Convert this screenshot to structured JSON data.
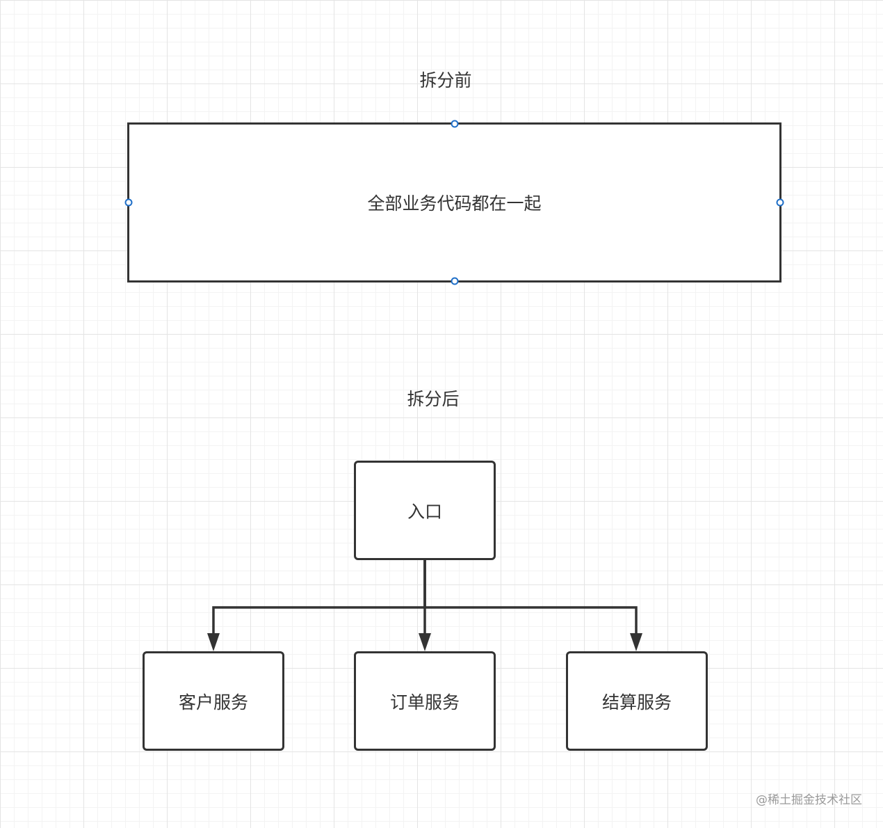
{
  "before": {
    "title": "拆分前",
    "box_label": "全部业务代码都在一起"
  },
  "after": {
    "title": "拆分后",
    "entry_label": "入口",
    "services": [
      "客户服务",
      "订单服务",
      "结算服务"
    ]
  },
  "watermark": "@稀土掘金技术社区",
  "colors": {
    "stroke": "#333333",
    "handle": "#1f6fc8",
    "text": "#333333"
  },
  "icons": [
    "connection-handle-icon",
    "arrow-head-icon"
  ]
}
